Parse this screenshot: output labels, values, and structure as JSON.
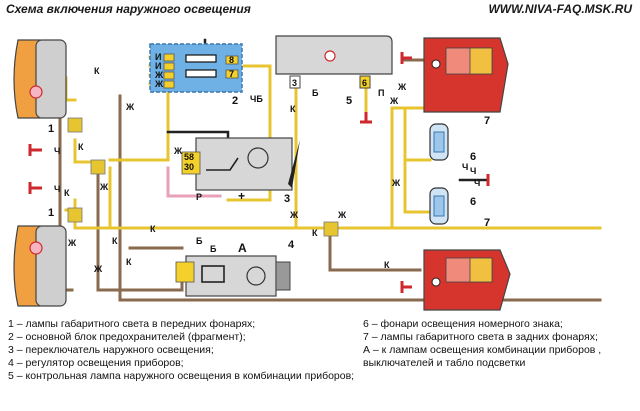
{
  "header": {
    "title": "Схема включения наружного освещения",
    "site": "WWW.NIVA-FAQ.MSK.RU"
  },
  "diagram": {
    "callouts": [
      "1",
      "1",
      "2",
      "3",
      "4",
      "5",
      "6",
      "6",
      "7",
      "7"
    ],
    "wire_letters": [
      "К",
      "Ч",
      "К",
      "Ж",
      "Ч",
      "К",
      "Ж",
      "К",
      "Ж",
      "Ж",
      "ЧБ",
      "Ж",
      "К",
      "Б",
      "К",
      "Ж",
      "К",
      "Ж",
      "Ж",
      "Ч",
      "К",
      "Ж",
      "К",
      "Ж"
    ],
    "fuse_letters": [
      "И",
      "И",
      "Ж",
      "Ж"
    ],
    "fuse_numbers": [
      "8",
      "7"
    ],
    "lamp5_terminals": [
      "3",
      "Б",
      "6",
      "П"
    ],
    "switch_terminals": [
      "58",
      "30"
    ],
    "switch_output": {
      "letter": "Р",
      "plus": "+"
    },
    "regulator_wire": "Б",
    "regulator_label": "A",
    "lamp6_wire_letters": [
      "Ч",
      "Ч"
    ]
  },
  "legend": {
    "left": [
      "1 – лампы габаритного света в передних фонарях;",
      "2 – основной блок предохранителей (фрагмент);",
      "3 – переключатель наружного освещения;",
      "4 – регулятор освещения приборов;",
      "5 – контрольная лампа наружного освещения в комбинации приборов;"
    ],
    "right": [
      "6 – фонари освещения номерного знака;",
      "7 – лампы габаритного света в задних фонарях;",
      "А – к лампам освещения комбинации приборов , выключателей и табло подсветки"
    ]
  },
  "colors": {
    "yellow_wire": "#e7c530",
    "brown_wire": "#8a6a4e",
    "black_wire": "#222222",
    "pink_wire": "#e8a0b8",
    "fuse_block": "#6fb1e4",
    "red_ground": "#d0282f",
    "tail_lamp_red": "#d6352d",
    "headlamp_orange": "#f0a040",
    "grey_case": "#d7d7d7"
  }
}
